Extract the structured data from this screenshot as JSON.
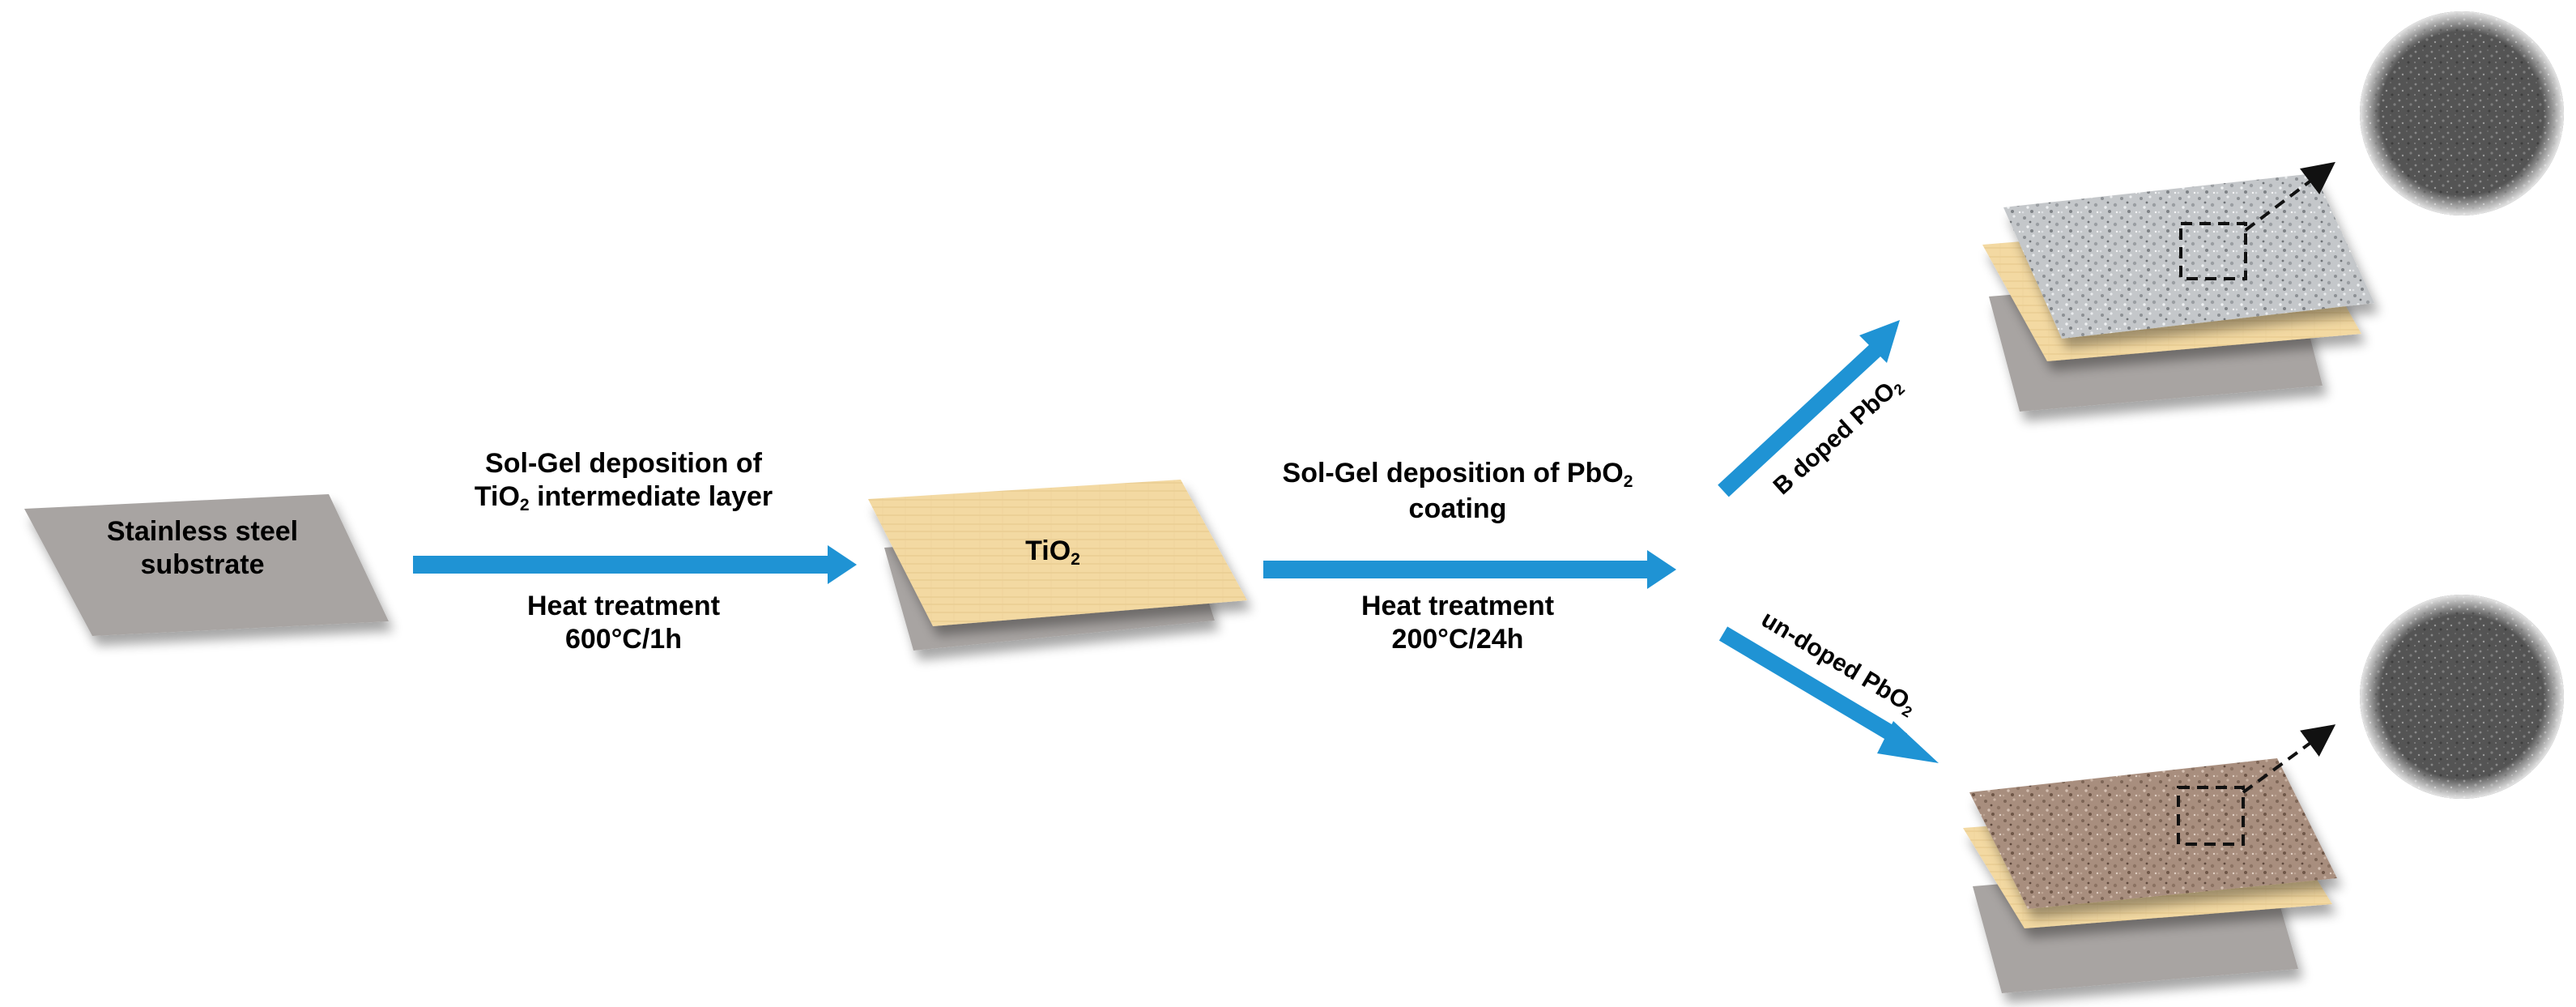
{
  "colors": {
    "arrow": "#1f93d4",
    "substrate": "#a8a4a2",
    "tio2": "#f3d9a2",
    "b_doped_pbo2": "#c6c9cc",
    "undoped_pbo2": "#a3897a",
    "sem_image": "#555555"
  },
  "substrate_label": {
    "line1": "Stainless steel",
    "line2": "substrate"
  },
  "step1": {
    "line1": "Sol-Gel deposition of",
    "line2_pre": "TiO",
    "line2_sub": "2",
    "line2_post": " intermediate layer",
    "heat_line1": "Heat treatment",
    "heat_line2": "600°C/1h"
  },
  "tio2_label": {
    "text": "TiO",
    "sub": "2"
  },
  "step2": {
    "line1_pre": "Sol-Gel deposition of PbO",
    "line1_sub": "2",
    "line2": "coating",
    "heat_line1": "Heat treatment",
    "heat_line2": "200°C/24h"
  },
  "branch_b": {
    "text": "B doped PbO",
    "sub": "2"
  },
  "branch_undoped": {
    "text": "un-doped PbO",
    "sub": "2"
  },
  "icons": [
    "process-arrow",
    "sem-micrograph",
    "zoom-box"
  ]
}
